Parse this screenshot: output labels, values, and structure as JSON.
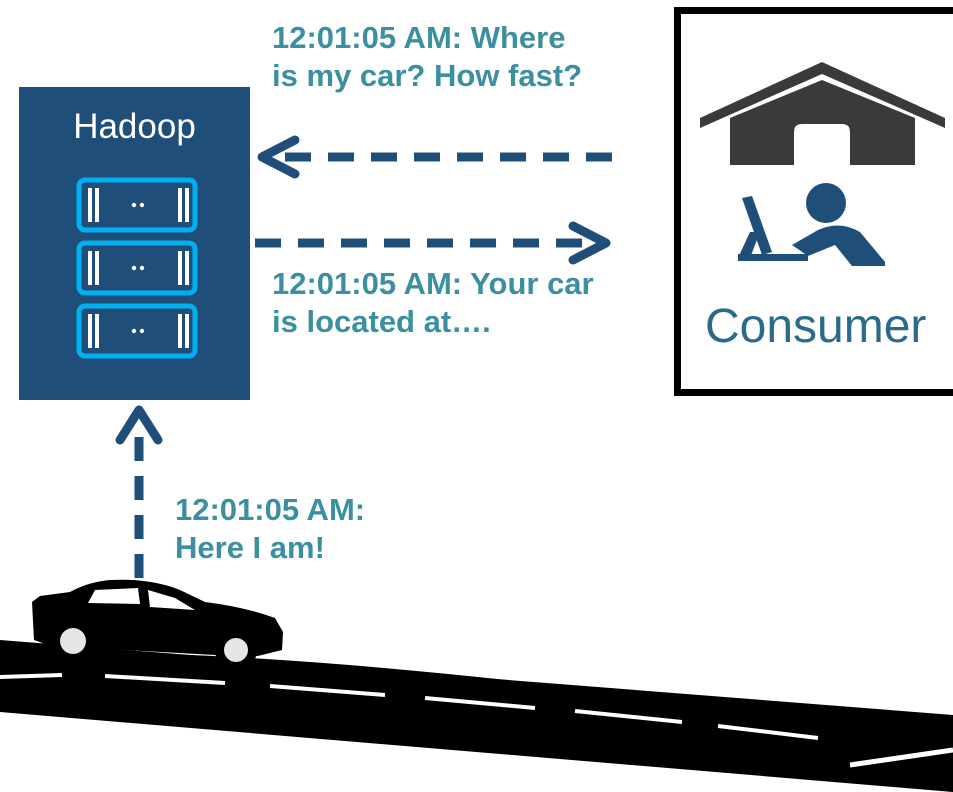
{
  "hadoop": {
    "title": "Hadoop"
  },
  "consumer": {
    "label": "Consumer"
  },
  "messages": {
    "request_line1": "12:01:05 AM:  Where",
    "request_line2": "is my car? How fast?",
    "response_line1": "12:01:05 AM: Your car",
    "response_line2": "is located at….",
    "car_line1": "12:01:05 AM:",
    "car_line2": "Here I am!"
  },
  "icons": {
    "server": "server-rack-icon",
    "house": "house-roof-icon",
    "person": "person-at-laptop-icon",
    "car": "car-icon",
    "road": "road-icon"
  },
  "colors": {
    "hadoop_box": "#1f4e79",
    "arrow": "#1f4e79",
    "message_text": "#3b8fa0",
    "consumer_text": "#2a6b8c"
  }
}
